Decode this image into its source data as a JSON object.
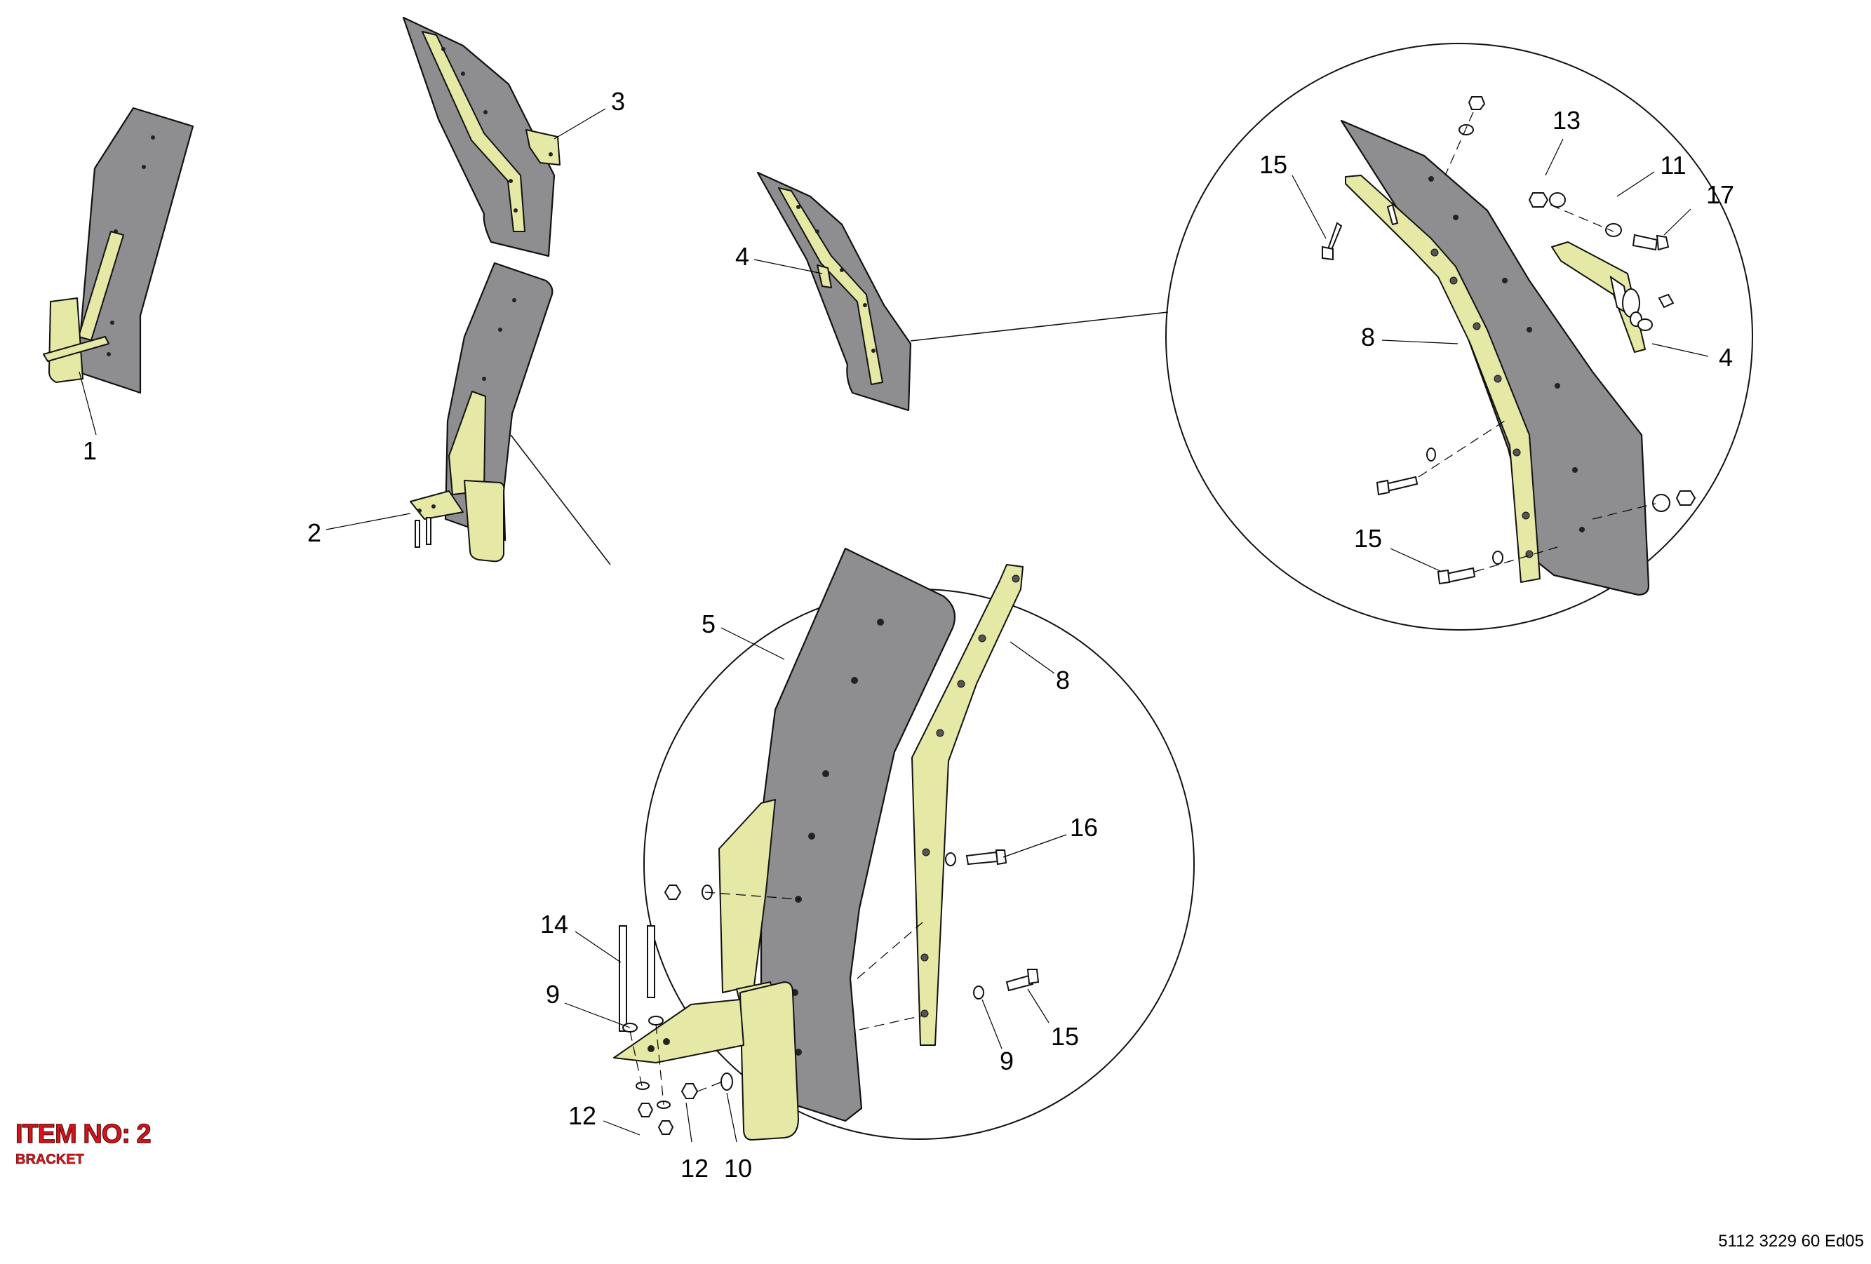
{
  "document": {
    "title": "ITEM NO: 2",
    "subtitle": "BRACKET",
    "code": "5112 3229 60 Ed05"
  },
  "callouts": [
    {
      "id": "c1",
      "text": "1"
    },
    {
      "id": "c2",
      "text": "2"
    },
    {
      "id": "c3",
      "text": "3"
    },
    {
      "id": "c4a",
      "text": "4"
    },
    {
      "id": "c13",
      "text": "13"
    },
    {
      "id": "c11",
      "text": "11"
    },
    {
      "id": "c17",
      "text": "17"
    },
    {
      "id": "c15a",
      "text": "15"
    },
    {
      "id": "c8a",
      "text": "8"
    },
    {
      "id": "c4b",
      "text": "4"
    },
    {
      "id": "c15b",
      "text": "15"
    },
    {
      "id": "c5",
      "text": "5"
    },
    {
      "id": "c8b",
      "text": "8"
    },
    {
      "id": "c16",
      "text": "16"
    },
    {
      "id": "c14",
      "text": "14"
    },
    {
      "id": "c9a",
      "text": "9"
    },
    {
      "id": "c15c",
      "text": "15"
    },
    {
      "id": "c9b",
      "text": "9"
    },
    {
      "id": "c12a",
      "text": "12"
    },
    {
      "id": "c12b",
      "text": "12"
    },
    {
      "id": "c10",
      "text": "10"
    }
  ],
  "colors": {
    "plate": "#8e8e90",
    "bracket": "#e6e8a6",
    "title": "#d8141b"
  }
}
